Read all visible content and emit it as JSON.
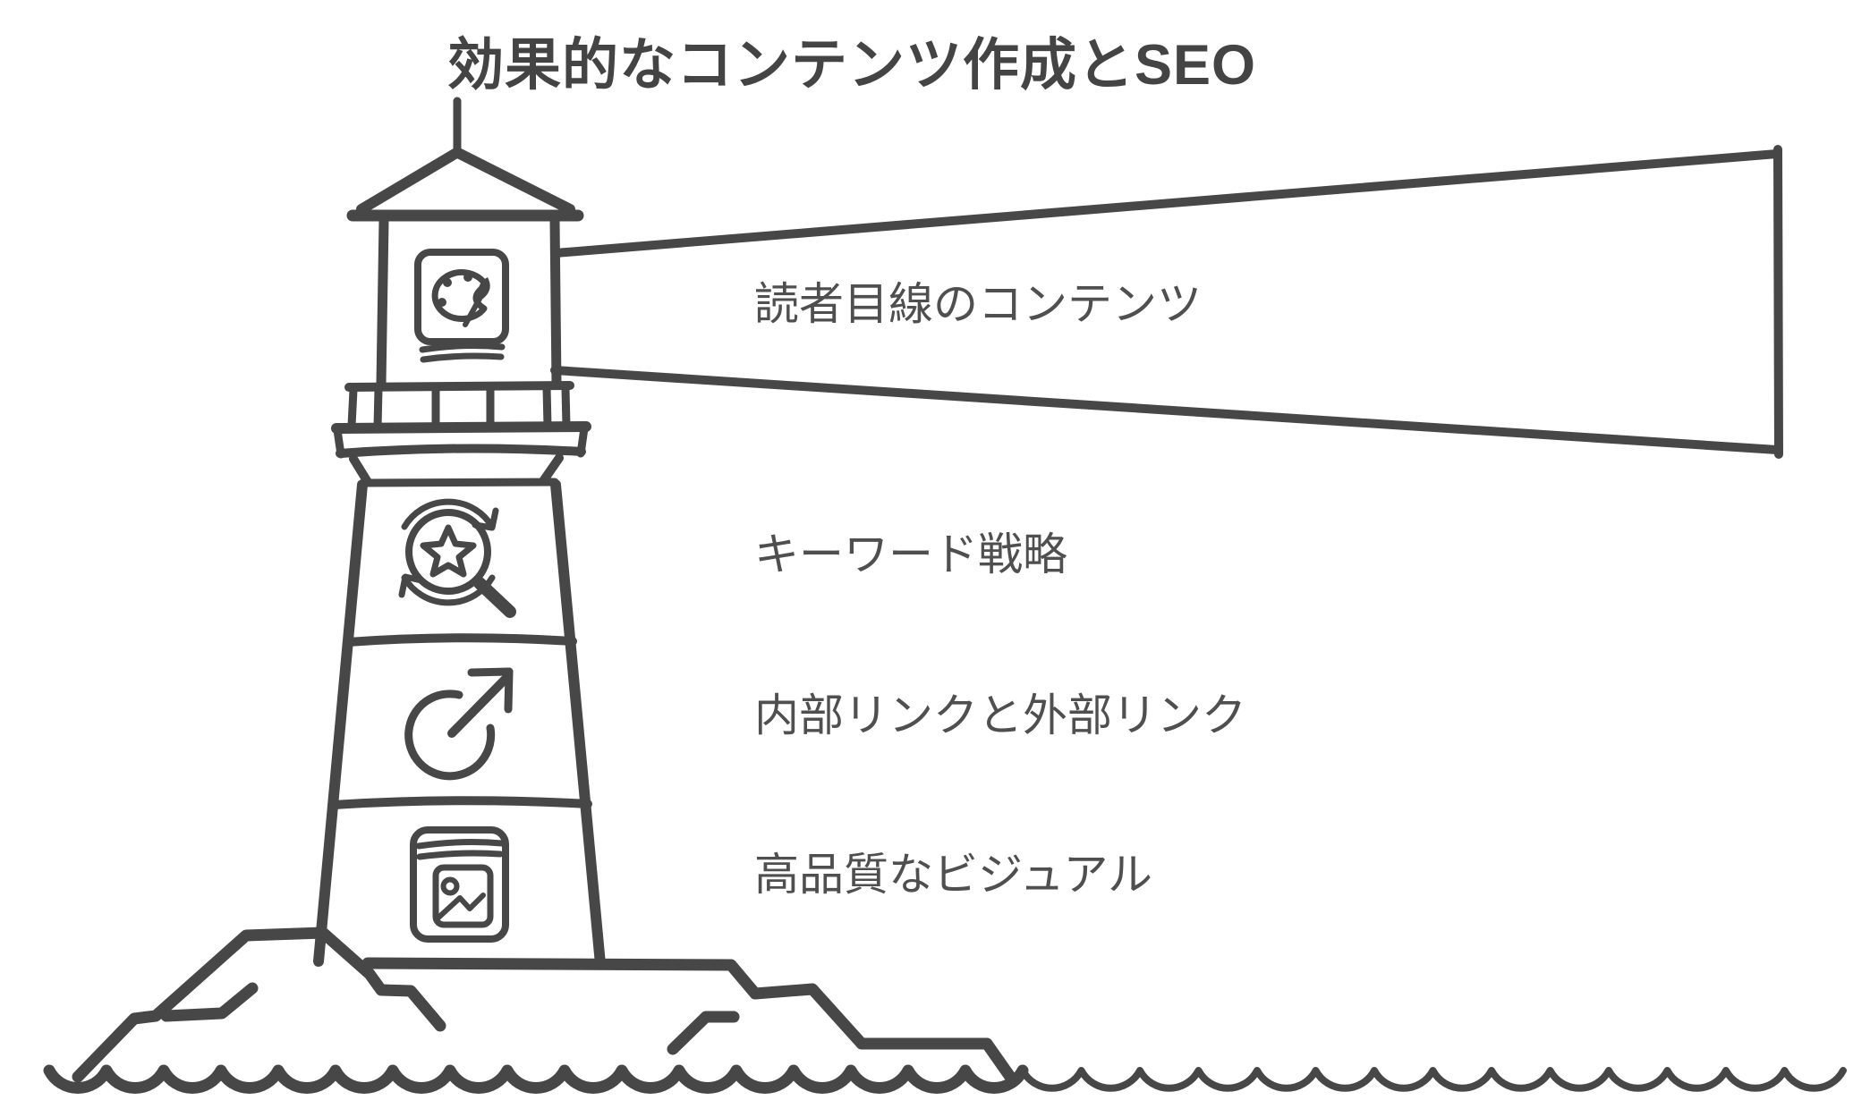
{
  "title": "効果的なコンテンツ作成とSEO",
  "diagram": {
    "type": "lighthouse",
    "items": [
      {
        "label": "読者目線のコンテンツ",
        "icon": "palette-book-icon",
        "location": "lantern-room-with-light-beam"
      },
      {
        "label": "キーワード戦略",
        "icon": "star-search-icon",
        "location": "tower-section-1"
      },
      {
        "label": "内部リンクと外部リンク",
        "icon": "external-link-arrow-icon",
        "location": "tower-section-2"
      },
      {
        "label": "高品質なビジュアル",
        "icon": "image-book-icon",
        "location": "tower-section-3"
      }
    ],
    "scenery": [
      "light-beam",
      "rocks-island",
      "sea-waves"
    ]
  },
  "colors": {
    "line": "#474747",
    "label_text": "#4f4f4f",
    "title_text": "#444444",
    "background": "#ffffff"
  }
}
